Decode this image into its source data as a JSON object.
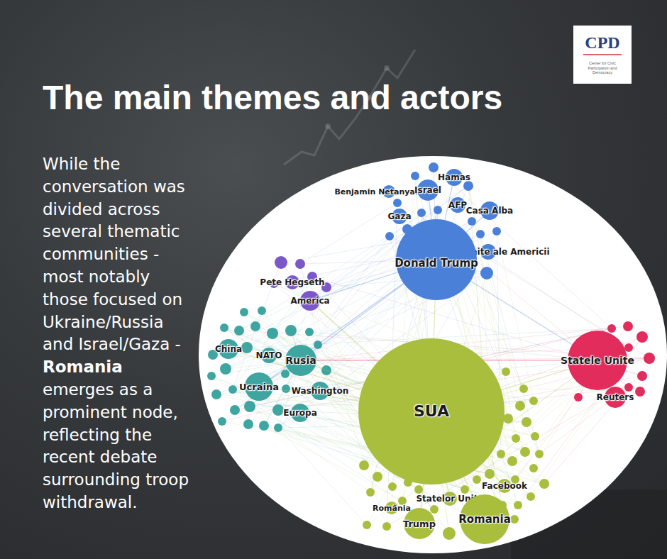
{
  "diagram": {
    "title": "The main themes and actors",
    "nodes": [
      {
        "text": [
          "CPD",
          "Center for Civic Participation and Democracy"
        ]
      },
      {
        "text": [
          "Hamas"
        ]
      },
      {
        "text": [
          "Benjamin Netanyahu"
        ]
      },
      {
        "text": [
          "Israel"
        ]
      },
      {
        "text": [
          "AFP"
        ]
      },
      {
        "text": [
          "Casa Alba"
        ]
      },
      {
        "text": [
          "Gaza"
        ]
      },
      {
        "text": [
          "Statele Unite ale Americii"
        ]
      },
      {
        "text": [
          "Donald Trump"
        ]
      },
      {
        "text": [
          "Pete Hegseth"
        ]
      },
      {
        "text": [
          "America"
        ]
      },
      {
        "text": [
          "China"
        ]
      },
      {
        "text": [
          "NATO"
        ]
      },
      {
        "text": [
          "Rusia"
        ]
      },
      {
        "text": [
          "Statele Unite"
        ]
      },
      {
        "text": [
          "Ucraina"
        ]
      },
      {
        "text": [
          "Washington"
        ]
      },
      {
        "text": [
          "Reuters"
        ]
      },
      {
        "text": [
          "Europa"
        ]
      },
      {
        "text": [
          "SUA"
        ]
      },
      {
        "text": [
          "Facebook"
        ]
      },
      {
        "text": [
          "Statelor Unite"
        ]
      },
      {
        "text": [
          "România"
        ]
      },
      {
        "text": [
          "Trump"
        ]
      },
      {
        "text": [
          "Romania"
        ]
      }
    ],
    "edges": [
      {
        "from": 19,
        "to": 8,
        "arrow": "none"
      },
      {
        "from": 19,
        "to": 14,
        "arrow": "none"
      },
      {
        "from": 19,
        "to": 13,
        "arrow": "none"
      },
      {
        "from": 19,
        "to": 15,
        "arrow": "none"
      },
      {
        "from": 19,
        "to": 24,
        "arrow": "none"
      },
      {
        "from": 19,
        "to": 23,
        "arrow": "none"
      },
      {
        "from": 19,
        "to": 10,
        "arrow": "none"
      },
      {
        "from": 19,
        "to": 11,
        "arrow": "none"
      },
      {
        "from": 19,
        "to": 16,
        "arrow": "none"
      },
      {
        "from": 19,
        "to": 21,
        "arrow": "none"
      },
      {
        "from": 19,
        "to": 20,
        "arrow": "none"
      },
      {
        "from": 8,
        "to": 14,
        "arrow": "none"
      },
      {
        "from": 8,
        "to": 13,
        "arrow": "none"
      },
      {
        "from": 8,
        "to": 3,
        "arrow": "none"
      },
      {
        "from": 8,
        "to": 1,
        "arrow": "none"
      },
      {
        "from": 8,
        "to": 5,
        "arrow": "none"
      },
      {
        "from": 8,
        "to": 10,
        "arrow": "none"
      },
      {
        "from": 8,
        "to": 15,
        "arrow": "none"
      },
      {
        "from": 13,
        "to": 15,
        "arrow": "none"
      },
      {
        "from": 14,
        "to": 17,
        "arrow": "none"
      },
      {
        "from": 14,
        "to": 13,
        "arrow": "none"
      }
    ],
    "labels": [
      "While the conversation was divided across several thematic communities - most notably those focused on Ukraine/Russia and Israel/Gaza -",
      "Romania",
      "emerges as a prominent node, reflecting the recent debate surrounding troop withdrawal."
    ]
  }
}
